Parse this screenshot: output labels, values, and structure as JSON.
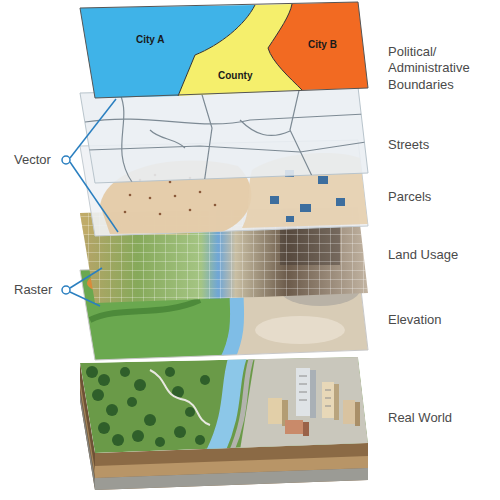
{
  "diagram": {
    "nodes": [
      {
        "text": [
          "City A"
        ]
      },
      {
        "text": [
          "City B"
        ]
      },
      {
        "text": [
          "County"
        ]
      }
    ],
    "labels": [
      "Political/ Administrative Boundaries",
      "Streets",
      "Parcels",
      "Land Usage",
      "Elevation",
      "Real World",
      "Vector",
      "Raster"
    ]
  }
}
